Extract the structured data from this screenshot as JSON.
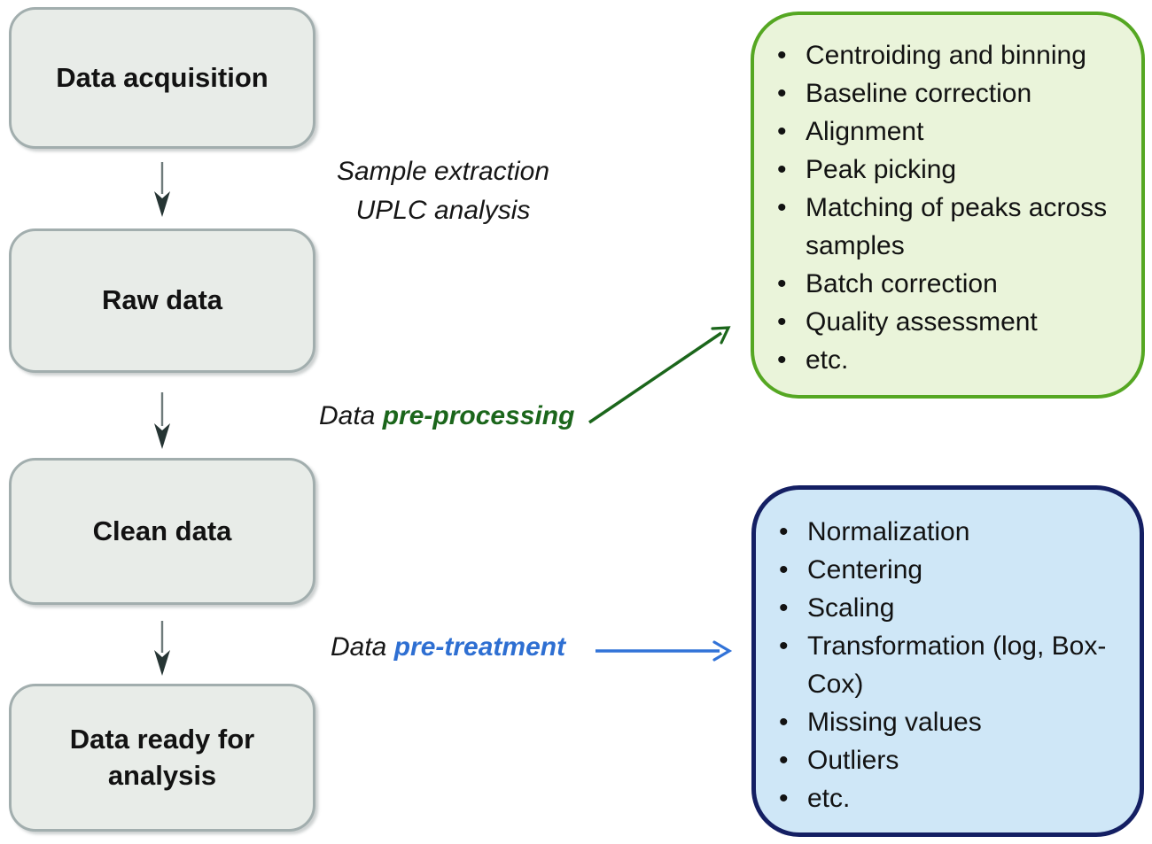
{
  "flow": {
    "steps": [
      {
        "label": "Data acquisition"
      },
      {
        "label": "Raw data"
      },
      {
        "label": "Clean data"
      },
      {
        "label": "Data ready for analysis"
      }
    ]
  },
  "annotations": {
    "acquisition_note_line1": "Sample extraction",
    "acquisition_note_line2": "UPLC analysis",
    "preprocessing": {
      "prefix": "Data ",
      "keyword": "pre-processing"
    },
    "pretreatment": {
      "prefix": "Data ",
      "keyword": "pre-treatment"
    }
  },
  "preprocessing_box": {
    "items": [
      "Centroiding and binning",
      "Baseline correction",
      "Alignment",
      "Peak picking",
      "Matching of peaks across samples",
      "Batch correction",
      "Quality assessment",
      "etc."
    ]
  },
  "pretreatment_box": {
    "items": [
      "Normalization",
      "Centering",
      "Scaling",
      "Transformation (log, Box-Cox)",
      "Missing values",
      "Outliers",
      "etc."
    ]
  },
  "bullet": "•",
  "colors": {
    "flow_box_fill": "#e8ece8",
    "flow_box_border": "#a2aeae",
    "preprocessing_fill": "#eaf4da",
    "preprocessing_border": "#55a722",
    "preprocessing_accent": "#1b661b",
    "pretreatment_fill": "#cfe7f7",
    "pretreatment_border": "#141f63",
    "pretreatment_accent": "#2e6fd2",
    "down_arrow": "#263534"
  }
}
